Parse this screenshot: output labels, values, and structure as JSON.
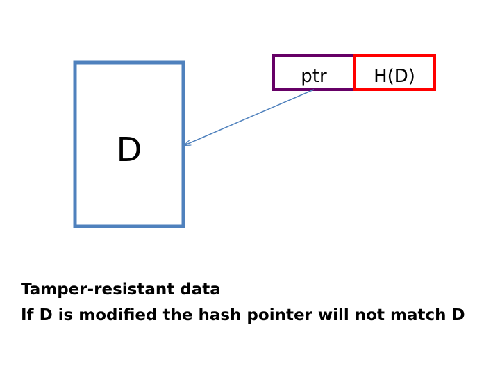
{
  "diagram": {
    "data_block": {
      "label": "D",
      "border_color": "#4f81bd"
    },
    "hash_pointer": {
      "ptr_label": "ptr",
      "hash_label": "H(D)",
      "ptr_border_color": "#660066",
      "hash_border_color": "#ff0000"
    },
    "arrow_color": "#4f81bd"
  },
  "caption": {
    "line1": "Tamper-resistant data",
    "line2": "If D is modified the hash pointer will not match D"
  }
}
